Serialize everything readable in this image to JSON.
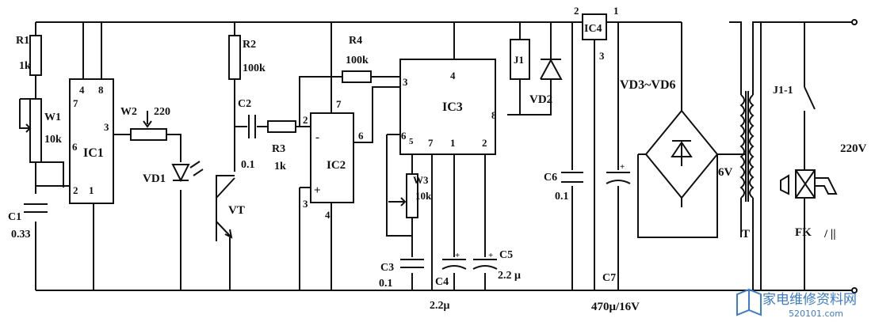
{
  "components": {
    "R1": {
      "ref": "R1",
      "value": "1k"
    },
    "W1": {
      "ref": "W1",
      "value": "10k"
    },
    "C1": {
      "ref": "C1",
      "value": "0.33"
    },
    "IC1": {
      "ref": "IC1",
      "pins": [
        "4",
        "8",
        "7",
        "3",
        "6",
        "2",
        "1"
      ]
    },
    "W2": {
      "ref": "W2",
      "value": "220"
    },
    "VD1": {
      "ref": "VD1"
    },
    "R2": {
      "ref": "R2",
      "value": "100k"
    },
    "C2": {
      "ref": "C2",
      "value": "0.1"
    },
    "VT": {
      "ref": "VT"
    },
    "R3": {
      "ref": "R3",
      "value": "1k"
    },
    "R4": {
      "ref": "R4",
      "value": "100k"
    },
    "IC2": {
      "ref": "IC2",
      "pins": [
        "7",
        "2",
        "6",
        "3",
        "4"
      ],
      "minus": "-",
      "plus": "+"
    },
    "IC3": {
      "ref": "IC3",
      "pins": [
        "3",
        "4",
        "8",
        "6",
        "5",
        "7",
        "1",
        "2"
      ]
    },
    "W3": {
      "ref": "W3",
      "value": "10k"
    },
    "C3": {
      "ref": "C3",
      "value": "0.1"
    },
    "C4": {
      "ref": "C4",
      "value": "2.2μ"
    },
    "C5": {
      "ref": "C5",
      "value": "2.2 μ"
    },
    "J1": {
      "ref": "J1"
    },
    "VD2": {
      "ref": "VD2"
    },
    "IC4": {
      "ref": "IC4",
      "pins": [
        "2",
        "1",
        "3"
      ]
    },
    "C6": {
      "ref": "C6",
      "value": "0.1"
    },
    "C7": {
      "ref": "C7",
      "value": "470μ/16V"
    },
    "bridge": {
      "ref": "VD3~VD6"
    },
    "T": {
      "ref": "T",
      "secondary": "6V"
    },
    "J1_1": {
      "ref": "J1-1"
    },
    "FK": {
      "ref": "FK"
    },
    "mains": {
      "label": "220V"
    }
  },
  "watermark": {
    "text": "家电维修资料网",
    "url": "520101.com"
  }
}
